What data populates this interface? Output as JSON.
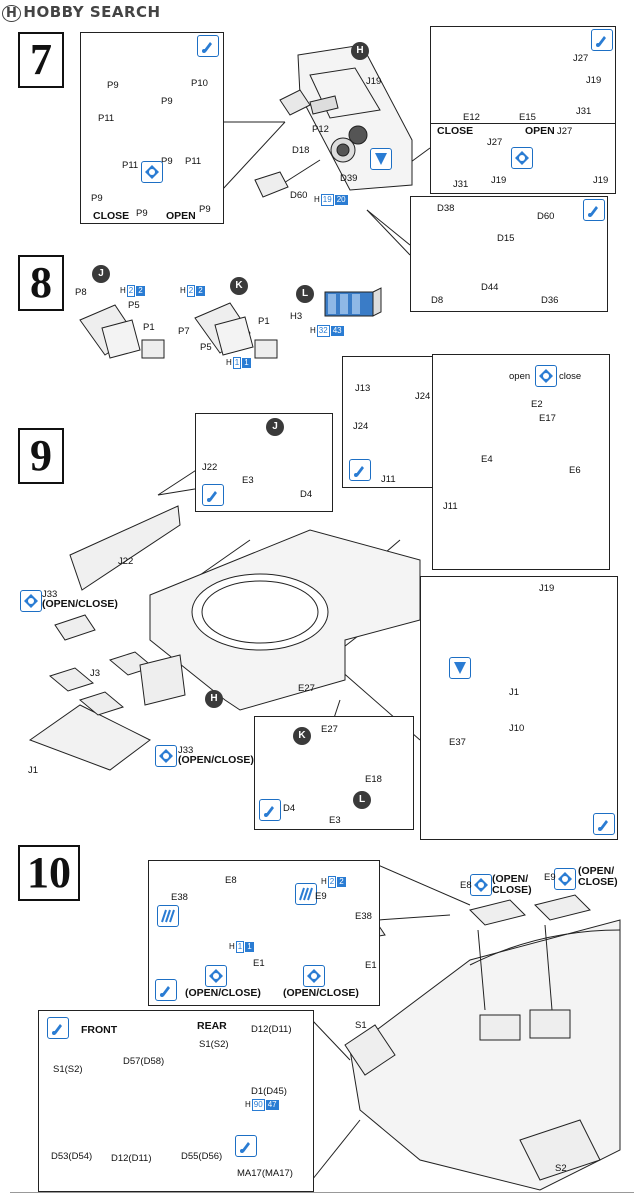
{
  "watermark": "HOBBY SEARCH",
  "steps": [
    "7",
    "8",
    "9",
    "10"
  ],
  "step7": {
    "inset_a": {
      "labels": [
        "P9",
        "P10",
        "P9",
        "P11",
        "P11",
        "P9",
        "P11",
        "P9",
        "P9",
        "P9"
      ],
      "close": "CLOSE",
      "open": "OPEN"
    },
    "main": {
      "ref": "H",
      "labels": [
        "J19",
        "P12",
        "D18",
        "D39",
        "D60"
      ],
      "nav": {
        "prefix": "H",
        "a": "19",
        "b": "20"
      }
    },
    "inset_b": {
      "labels": [
        "E12",
        "E15",
        "J27",
        "J31",
        "J19",
        "J27",
        "J27",
        "J19",
        "J31",
        "J19"
      ],
      "close": "CLOSE",
      "open": "OPEN"
    },
    "inset_c": {
      "labels": [
        "D38",
        "D60",
        "D15",
        "D44",
        "D8",
        "D36"
      ]
    }
  },
  "step8": {
    "j": {
      "ref": "J",
      "labels": [
        "P8",
        "P5",
        "P1"
      ],
      "nav": {
        "prefix": "H",
        "a": "2",
        "b": "2"
      }
    },
    "k": {
      "ref": "K",
      "labels": [
        "P7",
        "P5",
        "P1"
      ],
      "nav_top": {
        "prefix": "H",
        "a": "2",
        "b": "2"
      },
      "nav_bottom": {
        "prefix": "H",
        "a": "1",
        "b": "1"
      }
    },
    "l": {
      "ref": "L",
      "labels": [
        "H3"
      ],
      "nav": {
        "prefix": "H",
        "a": "32",
        "b": "43"
      }
    }
  },
  "step9": {
    "labels": [
      "J22",
      "J33",
      "(OPEN/CLOSE)",
      "J3",
      "J1",
      "J33",
      "(OPEN/CLOSE)",
      "E27"
    ],
    "ref_h": "H",
    "inset_j22": {
      "ref": "J",
      "labels": [
        "J22",
        "E3",
        "D4"
      ]
    },
    "inset_wheels": {
      "labels": [
        "J13",
        "J24",
        "J24",
        "J11"
      ]
    },
    "inset_deck": {
      "labels": [
        "open",
        "close",
        "E2",
        "E17",
        "E4",
        "E6",
        "J11"
      ]
    },
    "inset_rear": {
      "labels": [
        "J19",
        "J1",
        "J10",
        "E37"
      ]
    },
    "inset_e27": {
      "ref_k": "K",
      "ref_l": "L",
      "labels": [
        "E27",
        "E18",
        "D4",
        "E3"
      ]
    }
  },
  "step10": {
    "inset_hatch": {
      "labels": [
        "E38",
        "E8",
        "E1",
        "(OPEN/CLOSE)",
        "E9",
        "E38",
        "E1",
        "(OPEN/CLOSE)"
      ],
      "nav1": {
        "prefix": "H",
        "a": "1",
        "b": "1"
      },
      "nav2": {
        "prefix": "H",
        "a": "2",
        "b": "2"
      }
    },
    "main": {
      "labels": [
        "E8",
        "(OPEN/",
        "CLOSE)",
        "E9",
        "(OPEN/",
        "CLOSE)",
        "S1",
        "S2"
      ]
    },
    "inset_fr": {
      "front": "FRONT",
      "rear": "REAR",
      "labels": [
        "S1(S2)",
        "D57(D58)",
        "D53(D54)",
        "D12(D11)",
        "D12(D11)",
        "S1(S2)",
        "D1(D45)",
        "D55(D56)",
        "MA17(MA17)"
      ],
      "nav": {
        "prefix": "H",
        "a": "90",
        "b": "47"
      }
    }
  },
  "colors": {
    "accent": "#2a7cd3",
    "ink": "#111111"
  },
  "icons": [
    "glue-icon",
    "option-icon",
    "remove-icon",
    "photo-etch-icon"
  ]
}
